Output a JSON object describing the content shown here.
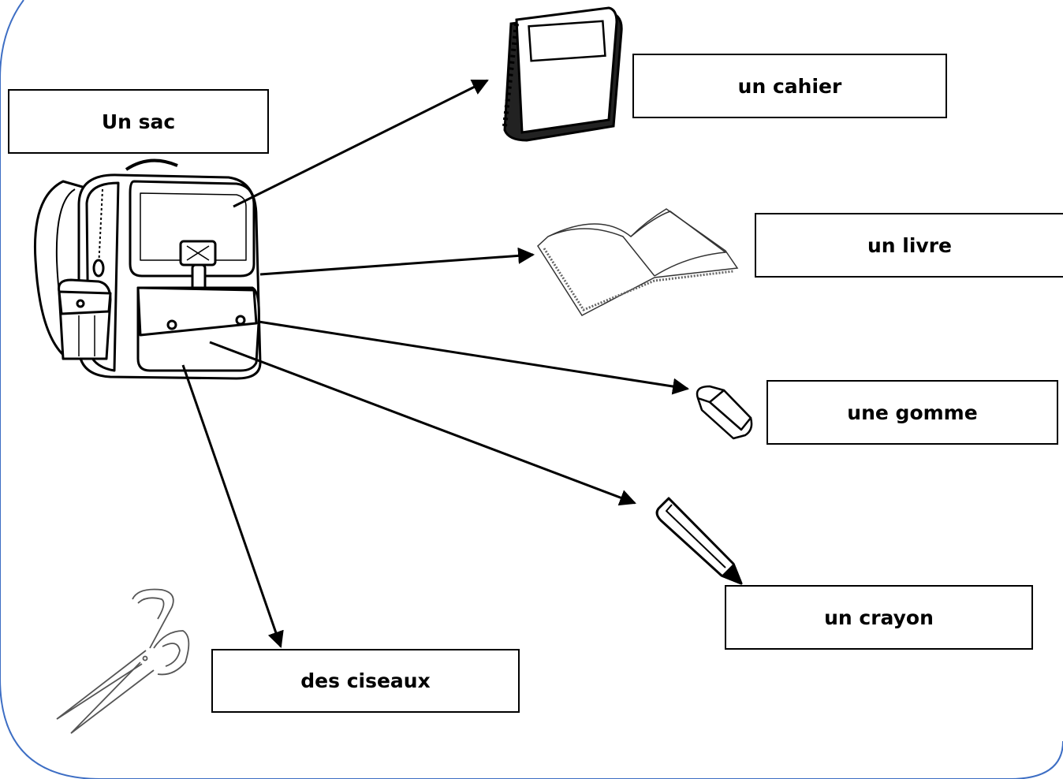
{
  "diagram": {
    "labels": {
      "sac": "Un sac",
      "cahier": "un cahier",
      "livre": "un livre",
      "gomme": "une gomme",
      "crayon": "un crayon",
      "ciseaux": "des ciseaux"
    },
    "colors": {
      "border": "#3d6ec4",
      "ink": "#000000"
    }
  }
}
